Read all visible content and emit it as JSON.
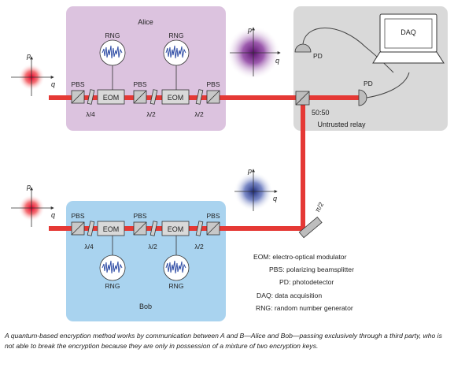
{
  "alice": {
    "title": "Alice"
  },
  "bob": {
    "title": "Bob"
  },
  "relay": {
    "title": "Untrusted relay",
    "splitter": "50:50",
    "daq": "DAQ",
    "pd_top": "PD",
    "pd_right": "PD"
  },
  "components": {
    "pbs": "PBS",
    "eom": "EOM",
    "rng": "RNG",
    "lambda4": "λ/4",
    "lambda2": "λ/2",
    "mirror": "π/2"
  },
  "axes": {
    "p": "p",
    "q": "q"
  },
  "legend": [
    "EOM: electro-optical modulator",
    "PBS: polarizing beamsplitter",
    "PD: photodetector",
    "DAQ: data acquisition",
    "RNG: random number generator"
  ],
  "caption": "A quantum-based encryption method works by communication between A and B—Alice and Bob—passing exclusively through a third party, who is not able to break the encryption because they are only in possession of a mixture of two encryption keys.",
  "colors": {
    "beam": "#e53935",
    "alice_box": "#dcc3df",
    "bob_box": "#a9d3ef",
    "relay_box": "#d9d9d9",
    "rng_signal": "#3451a8",
    "alice_state": "#6a1b8a",
    "bob_state": "#2a3a8a"
  }
}
